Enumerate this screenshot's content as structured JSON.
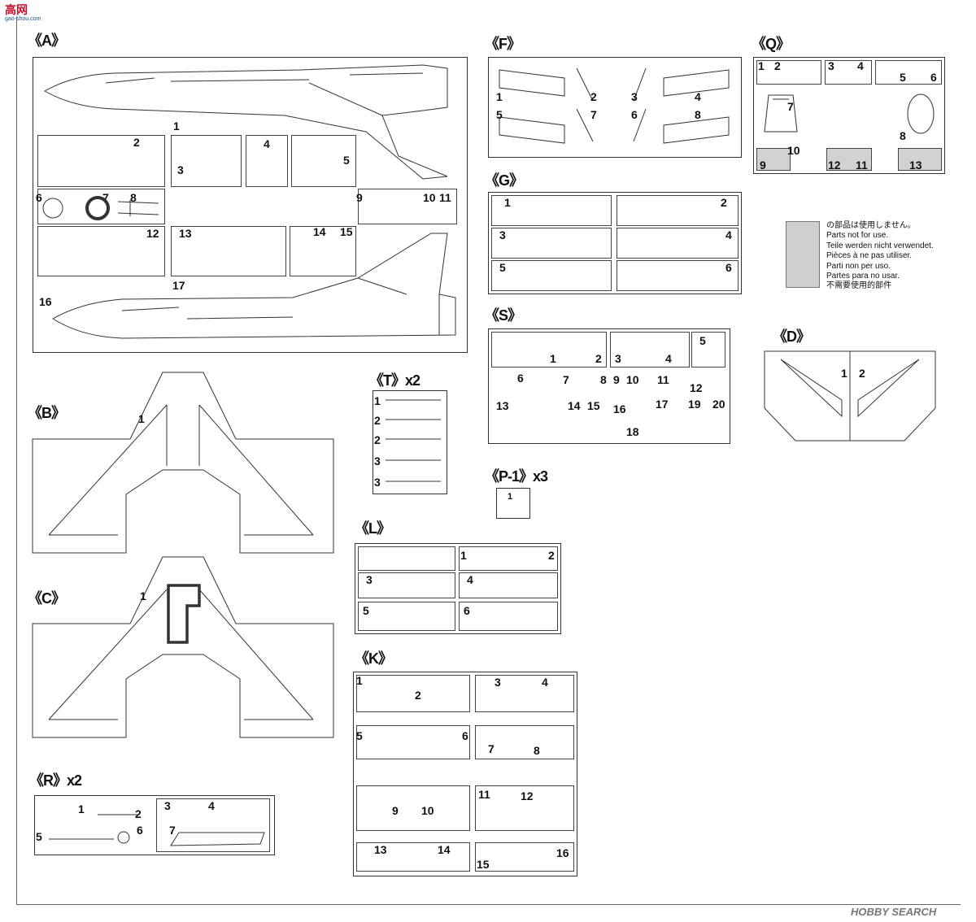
{
  "watermark": {
    "top_left": "高网",
    "top_left_url": "gao-shou.com",
    "bottom_right": "HOBBY SEARCH"
  },
  "sprues": {
    "A": {
      "label": "《A》",
      "parts": [
        "1",
        "2",
        "3",
        "4",
        "5",
        "6",
        "7",
        "8",
        "9",
        "10",
        "11",
        "12",
        "13",
        "14",
        "15",
        "16",
        "17"
      ]
    },
    "B": {
      "label": "《B》",
      "parts": [
        "1"
      ]
    },
    "C": {
      "label": "《C》",
      "parts": [
        "1"
      ]
    },
    "R": {
      "label": "《R》x2",
      "parts": [
        "1",
        "2",
        "3",
        "4",
        "5",
        "6",
        "7"
      ]
    },
    "T": {
      "label": "《T》x2",
      "parts": [
        "1",
        "2",
        "2",
        "3",
        "3"
      ]
    },
    "P1": {
      "label": "《P-1》x3",
      "parts": [
        "1"
      ]
    },
    "L": {
      "label": "《L》",
      "parts": [
        "1",
        "2",
        "3",
        "4",
        "5",
        "6"
      ]
    },
    "K": {
      "label": "《K》",
      "parts": [
        "1",
        "2",
        "3",
        "4",
        "5",
        "6",
        "7",
        "8",
        "9",
        "10",
        "11",
        "12",
        "13",
        "14",
        "15",
        "16"
      ]
    },
    "F": {
      "label": "《F》",
      "parts": [
        "1",
        "2",
        "3",
        "4",
        "5",
        "7",
        "6",
        "8"
      ]
    },
    "G": {
      "label": "《G》",
      "parts": [
        "1",
        "2",
        "3",
        "4",
        "5",
        "6"
      ]
    },
    "S": {
      "label": "《S》",
      "parts": [
        "1",
        "2",
        "3",
        "4",
        "5",
        "6",
        "7",
        "8",
        "9",
        "10",
        "11",
        "12",
        "13",
        "14",
        "15",
        "16",
        "17",
        "18",
        "19",
        "20"
      ]
    },
    "Q": {
      "label": "《Q》",
      "parts": [
        "1",
        "2",
        "3",
        "4",
        "5",
        "6",
        "7",
        "8",
        "9",
        "10",
        "11",
        "12",
        "13"
      ]
    },
    "D": {
      "label": "《D》",
      "parts": [
        "1",
        "2"
      ]
    }
  },
  "legend": {
    "swatch_color": "#cfcfcf",
    "lines": [
      "の部品は使用しません。",
      "Parts not for use.",
      "Teile werden nicht verwendet.",
      "Pièces à ne pas utiliser.",
      "Parti non per uso.",
      "Partes para no usar.",
      "不需要使用的部件"
    ]
  }
}
